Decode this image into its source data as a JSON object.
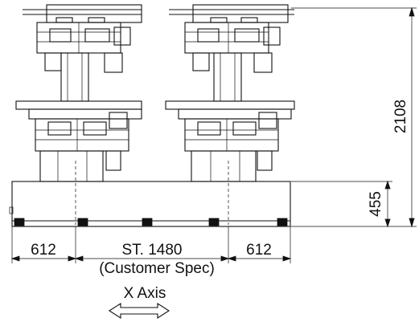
{
  "dimensions": {
    "left_width": "612",
    "stroke": "ST. 1480",
    "stroke_note": "(Customer Spec)",
    "right_width": "612",
    "total_height": "2108",
    "base_height": "455"
  },
  "axis": {
    "label": "X Axis"
  }
}
